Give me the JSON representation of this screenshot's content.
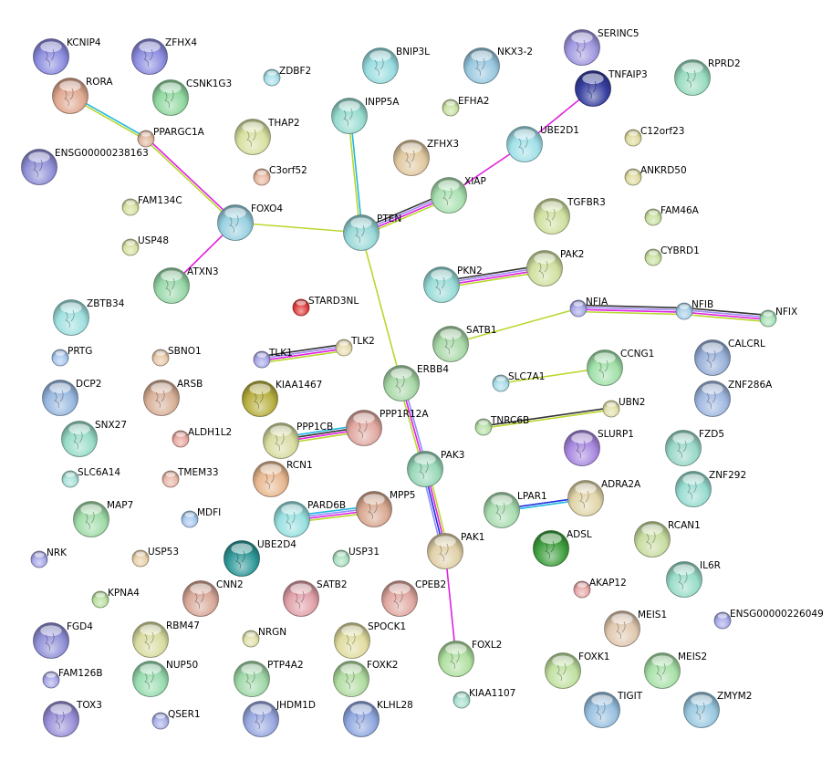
{
  "title": "STRING protein interaction network",
  "evidence_colors": {
    "black": "#333333",
    "purple": "#a08cf0",
    "magenta": "#e020e0",
    "yellow": "#b8d830",
    "cyan": "#20b8e0",
    "blue": "#2030e0",
    "lightblue": "#9090f8"
  },
  "nodes": [
    {
      "id": "KCNIP4",
      "color": "#8c8ce0"
    },
    {
      "id": "ZFHX4",
      "color": "#8c8ce0"
    },
    {
      "id": "RORA",
      "color": "#e0a890"
    },
    {
      "id": "CSNK1G3",
      "color": "#90d8a0"
    },
    {
      "id": "ENSG00000238163",
      "color": "#9090d8"
    },
    {
      "id": "THAP2",
      "color": "#d8e0a0"
    },
    {
      "id": "BNIP3L",
      "color": "#98dce0"
    },
    {
      "id": "NKX3-2",
      "color": "#98c8e0"
    },
    {
      "id": "SERINC5",
      "color": "#a098e0"
    },
    {
      "id": "TNFAIP3",
      "color": "#3840a0"
    },
    {
      "id": "RPRD2",
      "color": "#98dcc0"
    },
    {
      "id": "INPP5A",
      "color": "#98dcd0"
    },
    {
      "id": "ZFHX3",
      "color": "#e0c8a0"
    },
    {
      "id": "UBE2D1",
      "color": "#a0e0e8"
    },
    {
      "id": "XIAP",
      "color": "#a8e0b0"
    },
    {
      "id": "TGFBR3",
      "color": "#d0e0a0"
    },
    {
      "id": "FOXO4",
      "color": "#98d0e0"
    },
    {
      "id": "PTEN",
      "color": "#98d8d8"
    },
    {
      "id": "PAK2",
      "color": "#d0e0a0"
    },
    {
      "id": "PKN2",
      "color": "#98dcd8"
    },
    {
      "id": "ATXN3",
      "color": "#98d8a8"
    },
    {
      "id": "ZBTB34",
      "color": "#a0e0e0"
    },
    {
      "id": "SATB1",
      "color": "#a8d8a8"
    },
    {
      "id": "CCNG1",
      "color": "#a0e0a8"
    },
    {
      "id": "CALCRL",
      "color": "#98b0d8"
    },
    {
      "id": "DCP2",
      "color": "#98b8e0"
    },
    {
      "id": "ARSB",
      "color": "#d8b098"
    },
    {
      "id": "KIAA1467",
      "color": "#b8b040"
    },
    {
      "id": "ERBB4",
      "color": "#a8d8a8"
    },
    {
      "id": "ZNF286A",
      "color": "#a0b8e0"
    },
    {
      "id": "PPP1CB",
      "color": "#d8dca0"
    },
    {
      "id": "PPP1R12A",
      "color": "#e0a8a0"
    },
    {
      "id": "SLURP1",
      "color": "#a888e0"
    },
    {
      "id": "FZD5",
      "color": "#98d8c8"
    },
    {
      "id": "SNX27",
      "color": "#98dcc8"
    },
    {
      "id": "PAK3",
      "color": "#98d8b8"
    },
    {
      "id": "RCN1",
      "color": "#e8b890"
    },
    {
      "id": "ZNF292",
      "color": "#98dcd0"
    },
    {
      "id": "PARD6B",
      "color": "#98e0e0"
    },
    {
      "id": "MPP5",
      "color": "#d8a890"
    },
    {
      "id": "MAP7",
      "color": "#a0dca8"
    },
    {
      "id": "LPAR1",
      "color": "#a8dcb0"
    },
    {
      "id": "ADRA2A",
      "color": "#e0d4a8"
    },
    {
      "id": "UBE2D4",
      "color": "#309898"
    },
    {
      "id": "PAK1",
      "color": "#e0d0a8"
    },
    {
      "id": "ADSL",
      "color": "#40a040"
    },
    {
      "id": "RCAN1",
      "color": "#c8dca0"
    },
    {
      "id": "IL6R",
      "color": "#98dcc8"
    },
    {
      "id": "CNN2",
      "color": "#d8a898"
    },
    {
      "id": "SATB2",
      "color": "#e0a0a8"
    },
    {
      "id": "CPEB2",
      "color": "#e0a8a0"
    },
    {
      "id": "FGD4",
      "color": "#9090d8"
    },
    {
      "id": "RBM47",
      "color": "#d8dca0"
    },
    {
      "id": "SPOCK1",
      "color": "#e0dca0"
    },
    {
      "id": "MEIS1",
      "color": "#e0c8b0"
    },
    {
      "id": "FOXL2",
      "color": "#b0e0a0"
    },
    {
      "id": "NUP50",
      "color": "#98dcb0"
    },
    {
      "id": "PTP4A2",
      "color": "#a0d8a8"
    },
    {
      "id": "FOXK2",
      "color": "#b0dca0"
    },
    {
      "id": "FOXK1",
      "color": "#c0e0a0"
    },
    {
      "id": "MEIS2",
      "color": "#a8e0a8"
    },
    {
      "id": "TOX3",
      "color": "#9890d8"
    },
    {
      "id": "JHDM1D",
      "color": "#98a8e0"
    },
    {
      "id": "KLHL28",
      "color": "#90a8e0"
    },
    {
      "id": "TIGIT",
      "color": "#98c0e0"
    },
    {
      "id": "ZMYM2",
      "color": "#98c8e0"
    },
    {
      "id": "ZDBF2",
      "color": "#a8e0e8"
    },
    {
      "id": "EFHA2",
      "color": "#c8e0a0"
    },
    {
      "id": "PPARGC1A",
      "color": "#e0b8a0"
    },
    {
      "id": "C3orf52",
      "color": "#e8b8a0"
    },
    {
      "id": "C12orf23",
      "color": "#e0dca0"
    },
    {
      "id": "ANKRD50",
      "color": "#e0dca0"
    },
    {
      "id": "FAM134C",
      "color": "#d8e0a0"
    },
    {
      "id": "USP48",
      "color": "#d8e0a0"
    },
    {
      "id": "FAM46A",
      "color": "#c8e0a0"
    },
    {
      "id": "CYBRD1",
      "color": "#c8e0a0"
    },
    {
      "id": "STARD3NL",
      "color": "#e04040"
    },
    {
      "id": "NFIA",
      "color": "#a8a8e8"
    },
    {
      "id": "NFIB",
      "color": "#a8d0e8"
    },
    {
      "id": "NFIX",
      "color": "#a8e0b8"
    },
    {
      "id": "PRTG",
      "color": "#a8c8f0"
    },
    {
      "id": "SBNO1",
      "color": "#e8c8a8"
    },
    {
      "id": "TLK1",
      "color": "#a8a8e8"
    },
    {
      "id": "TLK2",
      "color": "#e8dcb0"
    },
    {
      "id": "SLC7A1",
      "color": "#a8dce8"
    },
    {
      "id": "ALDH1L2",
      "color": "#e8a8a0"
    },
    {
      "id": "UBN2",
      "color": "#e0e0a8"
    },
    {
      "id": "TNRC6B",
      "color": "#b8e0a8"
    },
    {
      "id": "SLC6A14",
      "color": "#a8e0d8"
    },
    {
      "id": "TMEM33",
      "color": "#e8b8a8"
    },
    {
      "id": "MDFI",
      "color": "#a8c8f0"
    },
    {
      "id": "NRK",
      "color": "#a8a8e8"
    },
    {
      "id": "USP53",
      "color": "#e8d0a8"
    },
    {
      "id": "USP31",
      "color": "#a8e0c0"
    },
    {
      "id": "KPNA4",
      "color": "#b8e0a0"
    },
    {
      "id": "AKAP12",
      "color": "#e8a8a8"
    },
    {
      "id": "NRGN",
      "color": "#e0e0a8"
    },
    {
      "id": "ENSG00000226049",
      "color": "#a8a8e8"
    },
    {
      "id": "FAM126B",
      "color": "#a8a8e8"
    },
    {
      "id": "KIAA1107",
      "color": "#a8e0d0"
    },
    {
      "id": "QSER1",
      "color": "#a8b0e8"
    }
  ],
  "edges": [
    {
      "source": "RORA",
      "target": "PPARGC1A",
      "evidence": [
        "cyan",
        "yellow"
      ]
    },
    {
      "source": "PPARGC1A",
      "target": "FOXO4",
      "evidence": [
        "magenta",
        "yellow"
      ]
    },
    {
      "source": "FOXO4",
      "target": "ATXN3",
      "evidence": [
        "magenta"
      ]
    },
    {
      "source": "FOXO4",
      "target": "PTEN",
      "evidence": [
        "yellow"
      ]
    },
    {
      "source": "INPP5A",
      "target": "PTEN",
      "evidence": [
        "cyan",
        "yellow"
      ]
    },
    {
      "source": "PTEN",
      "target": "XIAP",
      "evidence": [
        "black",
        "purple",
        "magenta",
        "yellow"
      ]
    },
    {
      "source": "XIAP",
      "target": "UBE2D1",
      "evidence": [
        "magenta"
      ]
    },
    {
      "source": "UBE2D1",
      "target": "TNFAIP3",
      "evidence": [
        "magenta"
      ]
    },
    {
      "source": "PTEN",
      "target": "ERBB4",
      "evidence": [
        "yellow"
      ]
    },
    {
      "source": "ERBB4",
      "target": "PAK3",
      "evidence": [
        "lightblue",
        "magenta",
        "yellow"
      ]
    },
    {
      "source": "PAK3",
      "target": "PAK1",
      "evidence": [
        "yellow",
        "magenta",
        "blue",
        "lightblue"
      ]
    },
    {
      "source": "PAK1",
      "target": "FOXL2",
      "evidence": [
        "magenta"
      ]
    },
    {
      "source": "PKN2",
      "target": "PAK2",
      "evidence": [
        "black",
        "purple",
        "magenta",
        "yellow"
      ]
    },
    {
      "source": "SATB1",
      "target": "NFIA",
      "evidence": [
        "yellow"
      ]
    },
    {
      "source": "NFIA",
      "target": "NFIB",
      "evidence": [
        "black",
        "purple",
        "magenta",
        "yellow"
      ]
    },
    {
      "source": "NFIB",
      "target": "NFIX",
      "evidence": [
        "black",
        "purple",
        "magenta",
        "yellow"
      ]
    },
    {
      "source": "SLC7A1",
      "target": "CCNG1",
      "evidence": [
        "yellow"
      ]
    },
    {
      "source": "TNRC6B",
      "target": "UBN2",
      "evidence": [
        "black",
        "yellow"
      ]
    },
    {
      "source": "TLK1",
      "target": "TLK2",
      "evidence": [
        "black",
        "purple",
        "magenta",
        "yellow"
      ]
    },
    {
      "source": "PPP1CB",
      "target": "PPP1R12A",
      "evidence": [
        "cyan",
        "black",
        "magenta",
        "yellow"
      ]
    },
    {
      "source": "PARD6B",
      "target": "MPP5",
      "evidence": [
        "cyan",
        "lightblue",
        "magenta",
        "yellow"
      ]
    },
    {
      "source": "LPAR1",
      "target": "ADRA2A",
      "evidence": [
        "blue",
        "cyan"
      ]
    }
  ]
}
